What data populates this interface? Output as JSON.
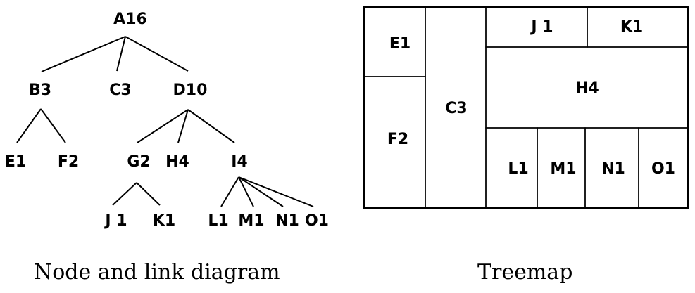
{
  "tree": {
    "root": {
      "label": "A16",
      "children": [
        {
          "label": "B3",
          "children": [
            {
              "label": "E1",
              "children": []
            },
            {
              "label": "F2",
              "children": []
            }
          ]
        },
        {
          "label": "C3",
          "children": []
        },
        {
          "label": "D10",
          "children": [
            {
              "label": "G2",
              "children": [
                {
                  "label": "J 1",
                  "children": []
                },
                {
                  "label": "K1",
                  "children": []
                }
              ]
            },
            {
              "label": "H4",
              "children": []
            },
            {
              "label": "I4",
              "children": [
                {
                  "label": "L1",
                  "children": []
                },
                {
                  "label": "M1",
                  "children": []
                },
                {
                  "label": "N1",
                  "children": []
                },
                {
                  "label": "O1",
                  "children": []
                }
              ]
            }
          ]
        }
      ]
    }
  },
  "treemap": {
    "cells": [
      {
        "label": "E1"
      },
      {
        "label": "F2"
      },
      {
        "label": "C3"
      },
      {
        "label": "J 1"
      },
      {
        "label": "K1"
      },
      {
        "label": "H4"
      },
      {
        "label": "L1"
      },
      {
        "label": "M1"
      },
      {
        "label": "N1"
      },
      {
        "label": "O1"
      }
    ]
  },
  "captions": {
    "left": "Node and link diagram",
    "right": "Treemap"
  }
}
